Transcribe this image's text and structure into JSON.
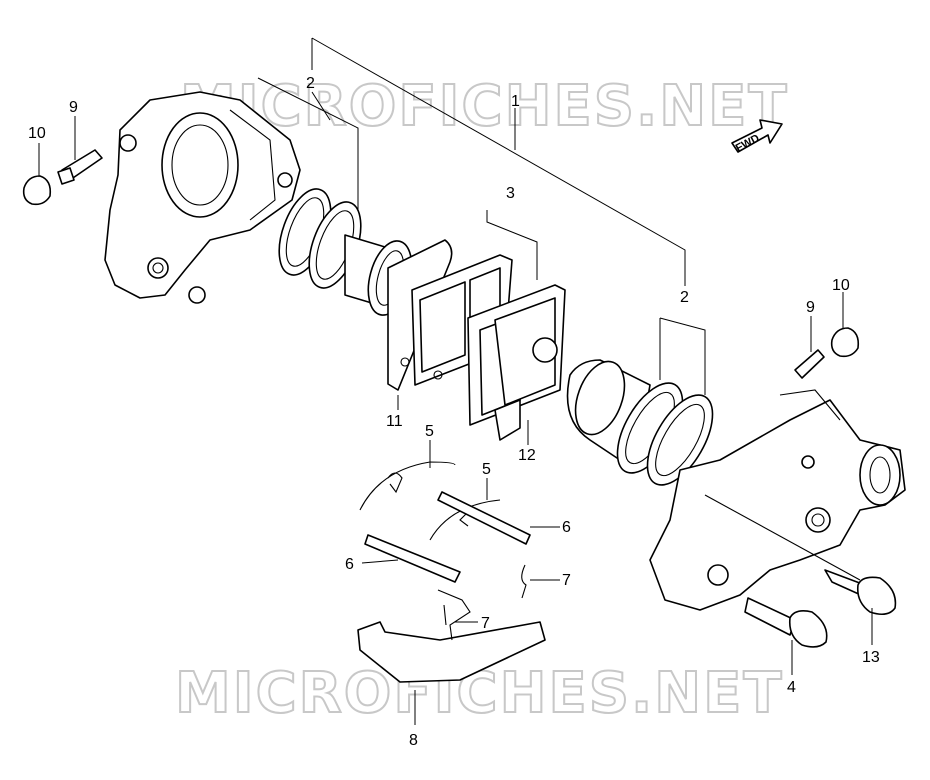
{
  "watermark": {
    "text": "MICROFICHES.NET"
  },
  "direction_arrow": {
    "label": "FWD"
  },
  "callouts": {
    "c1": "1",
    "c2a": "2",
    "c2b": "2",
    "c3": "3",
    "c4": "4",
    "c5a": "5",
    "c5b": "5",
    "c6a": "6",
    "c6b": "6",
    "c7a": "7",
    "c7b": "7",
    "c8": "8",
    "c9a": "9",
    "c9b": "9",
    "c10a": "10",
    "c10b": "10",
    "c11": "11",
    "c12": "12",
    "c13": "13"
  }
}
